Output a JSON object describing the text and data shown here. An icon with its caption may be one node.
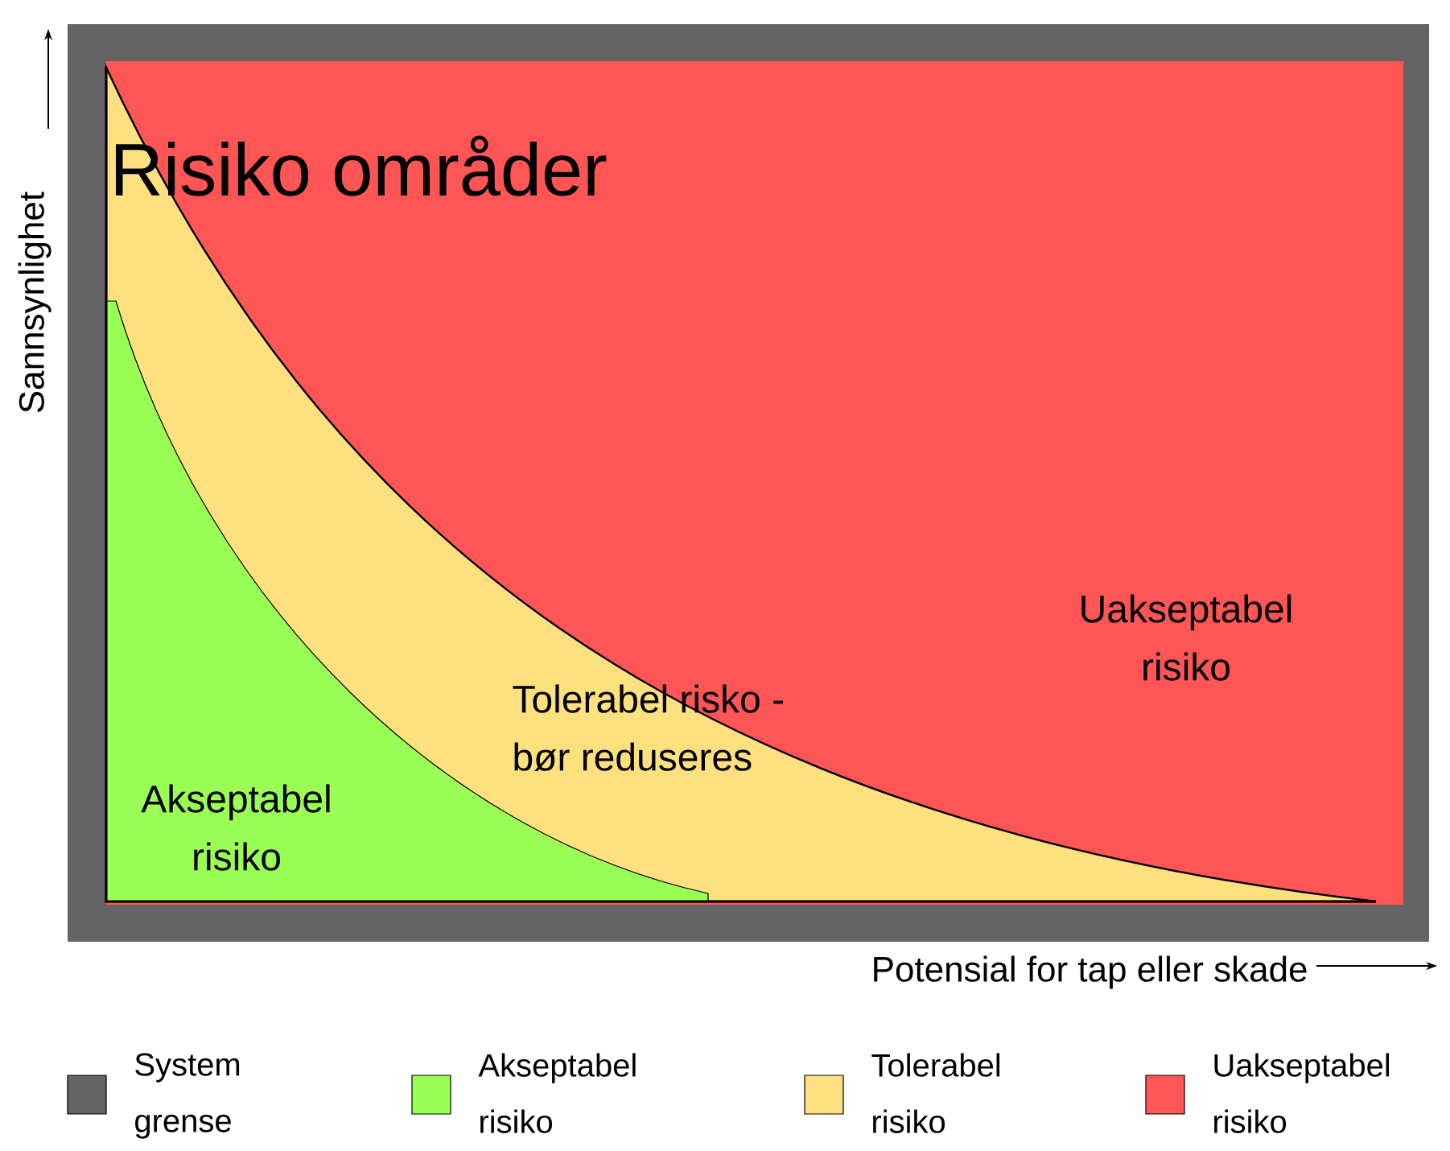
{
  "diagram": {
    "title": "Risiko områder",
    "labels": [
      "Sannsynlighet",
      "Uakseptabel risiko",
      "Tolerabel risko - bør reduseres",
      "Akseptabel risiko",
      "Potensial for tap eller skade"
    ],
    "legend": [
      {
        "text": "System grense",
        "color": "#646464"
      },
      {
        "text": "Akseptabel risiko",
        "color": "#99ff55"
      },
      {
        "text": "Tolerabel risiko",
        "color": "#ffe07f"
      },
      {
        "text": "Uakseptabel risiko",
        "color": "#ff5555"
      }
    ]
  }
}
